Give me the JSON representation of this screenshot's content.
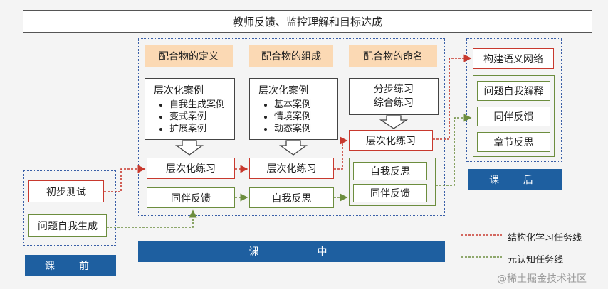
{
  "title": "教师反馈、监控理解和目标达成",
  "stages": {
    "pre": "课　前",
    "in": "课　　　中",
    "post": "课　后"
  },
  "pre": {
    "test": "初步测试",
    "question": "问题自我生成"
  },
  "columns": [
    {
      "header": "配合物的定义",
      "case_title": "层次化案例",
      "items": [
        "自我生成案例",
        "变式案例",
        "扩展案例"
      ],
      "practice": "层次化练习",
      "meta": "同伴反馈"
    },
    {
      "header": "配合物的组成",
      "case_title": "层次化案例",
      "items": [
        "基本案例",
        "情境案例",
        "动态案例"
      ],
      "practice": "层次化练习",
      "meta": "自我反思"
    },
    {
      "header": "配合物的命名",
      "steps": [
        "分步练习",
        "综合练习"
      ],
      "practice": "层次化练习",
      "meta": [
        "自我反思",
        "同伴反馈"
      ]
    }
  ],
  "post": {
    "network": "构建语义网络",
    "items": [
      "问题自我解释",
      "同伴反馈",
      "章节反思"
    ]
  },
  "legend": {
    "structured": "结构化学习任务线",
    "meta": "元认知任务线"
  },
  "watermark": "@稀土掘金技术社区",
  "colors": {
    "structured": "#c8392e",
    "meta": "#6c8d3e",
    "stage_bar": "#1e5fa0",
    "header_fill": "#fbd9b4"
  }
}
